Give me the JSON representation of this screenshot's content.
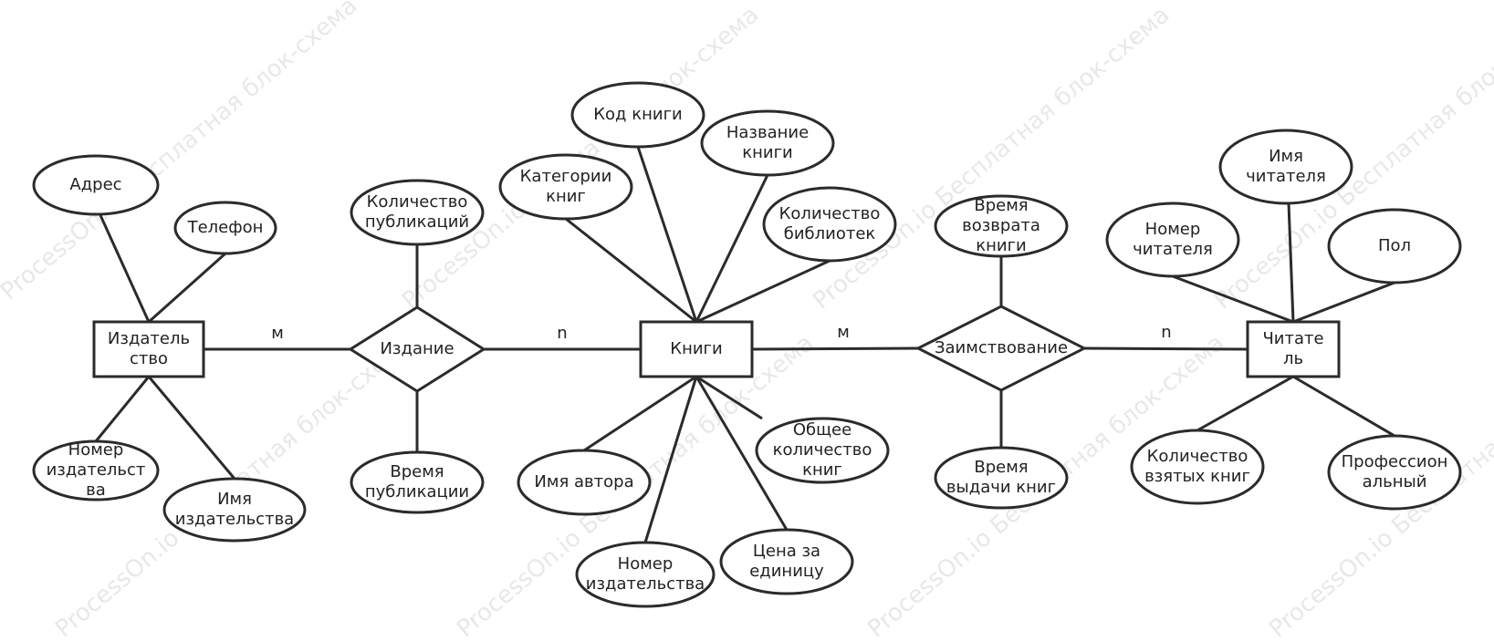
{
  "entities": {
    "publisher": [
      "Издатель",
      "ство"
    ],
    "books": [
      "Книги"
    ],
    "reader": [
      "Читате",
      "ль"
    ]
  },
  "relationships": {
    "publication": [
      "Издание"
    ],
    "borrowing": [
      "Заимствование"
    ]
  },
  "attributes": {
    "address": [
      "Адрес"
    ],
    "phone": [
      "Телефон"
    ],
    "publisher_number": [
      "Номер",
      "издательст",
      "ва"
    ],
    "publisher_name": [
      "Имя",
      "издательства"
    ],
    "publication_count": [
      "Количество",
      "публикаций"
    ],
    "publication_time": [
      "Время",
      "публикации"
    ],
    "book_categories": [
      "Категории",
      "книг"
    ],
    "book_code": [
      "Код книги"
    ],
    "book_title": [
      "Название",
      "книги"
    ],
    "library_count": [
      "Количество",
      "библиотек"
    ],
    "author_name": [
      "Имя автора"
    ],
    "book_publisher_number": [
      "Номер",
      "издательства"
    ],
    "unit_price": [
      "Цена за",
      "единицу"
    ],
    "total_books": [
      "Общее",
      "количество",
      "книг"
    ],
    "return_time": [
      "Время",
      "возврата",
      "книги"
    ],
    "issue_time": [
      "Время",
      "выдачи книг"
    ],
    "reader_number": [
      "Номер",
      "читателя"
    ],
    "reader_name": [
      "Имя",
      "читателя"
    ],
    "gender": [
      "Пол"
    ],
    "books_taken": [
      "Количество",
      "взятых книг"
    ],
    "profession": [
      "Профессион",
      "альный"
    ]
  },
  "cardinality": {
    "publisher_publication": "м",
    "publication_books": "n",
    "books_borrowing": "м",
    "borrowing_reader": "n"
  },
  "watermark": "ProcessOn.io Бесплатная блок-схема",
  "colors": {
    "stroke": "#2b2b2b",
    "text": "#222222",
    "watermark": "#d6d6d6"
  }
}
